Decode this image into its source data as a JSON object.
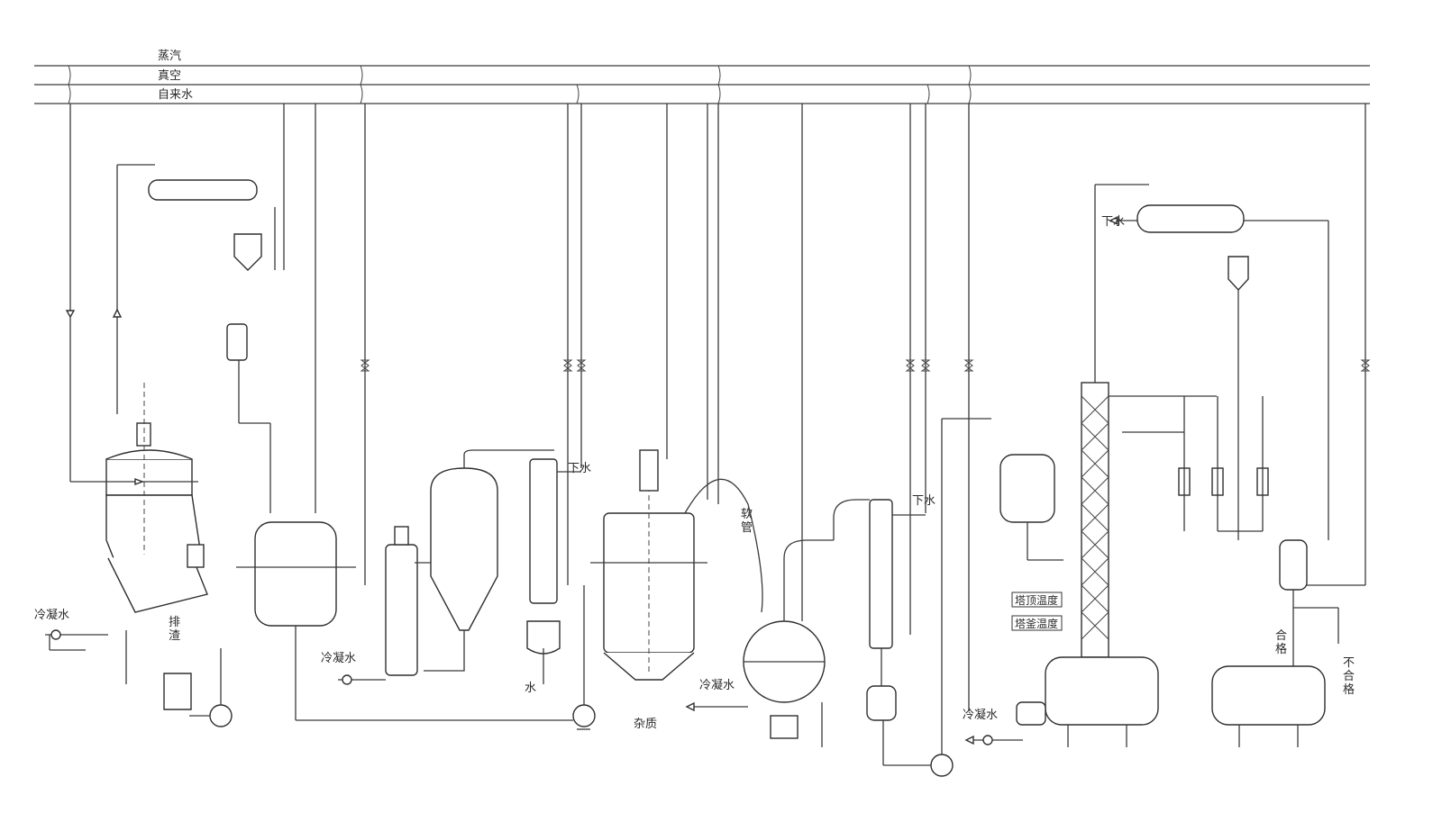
{
  "utility_lines": {
    "steam": "蒸汽",
    "vacuum": "真空",
    "tap_water": "自来水"
  },
  "labels": {
    "cooling_water_1": "冷凝水",
    "slag_discharge": "排\n渣",
    "cooling_water_2": "冷凝水",
    "water_out": "水",
    "drain_water_1": "下水",
    "impurities": "杂质",
    "hose": "软\n管",
    "cooling_water_3": "冷凝水",
    "drain_water_2": "下水",
    "tower_top_temp": "塔顶温度",
    "kettle_temp": "塔釜温度",
    "cooling_water_4": "冷凝水",
    "drain_water_3": "下水",
    "qualified": "合\n格",
    "unqualified": "不\n合\n格"
  },
  "colors": {
    "line": "#3a3a3a",
    "background": "#ffffff"
  }
}
